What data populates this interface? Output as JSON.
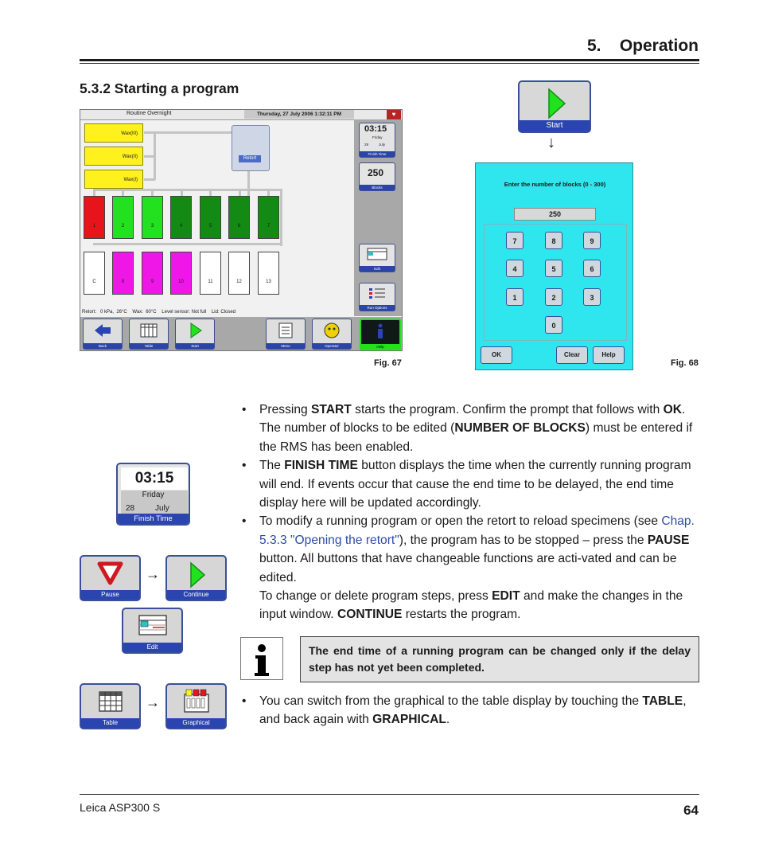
{
  "header": {
    "chapter": "5.    Operation"
  },
  "section": {
    "title": "5.3.2 Starting a program"
  },
  "fig67": {
    "label": "Fig. 67",
    "program_name": "Routine Overnight",
    "datetime": "Thursday, 27 July 2006 1:32:11 PM",
    "wax_baths": [
      "Wax(III)",
      "Wax(II)",
      "Wax(I)"
    ],
    "retort_label": "Retort",
    "stations_top": [
      "1",
      "2",
      "3",
      "4",
      "5",
      "6",
      "7"
    ],
    "stations_bottom": [
      "C",
      "8",
      "9",
      "10",
      "11",
      "12",
      "13"
    ],
    "status_line": "Retort:   0 kPa,  26°C    Wax:  60°C    Level sensor: Not full    Lid: Closed",
    "finish_time": {
      "time": "03:15",
      "day": "Friday",
      "date": "28",
      "month": "July",
      "label": "Finish Time"
    },
    "blocks": {
      "value": "250",
      "label": "Blocks"
    },
    "edit_label": "Edit",
    "run_options_label": "Run Options",
    "bottom_buttons": [
      "Back",
      "Table",
      "Start",
      "Menu",
      "Operator",
      "Help"
    ]
  },
  "start_button": {
    "label": "Start"
  },
  "fig68": {
    "label": "Fig. 68",
    "prompt": "Enter the number of blocks (0 - 300)",
    "display": "250",
    "keys": [
      "7",
      "8",
      "9",
      "4",
      "5",
      "6",
      "1",
      "2",
      "3",
      "0"
    ],
    "ok": "OK",
    "clear": "Clear",
    "help": "Help"
  },
  "finish_time_button": {
    "time": "03:15",
    "day": "Friday",
    "date": "28",
    "month": "July",
    "label": "Finish Time"
  },
  "pause_button": {
    "label": "Pause"
  },
  "continue_button": {
    "label": "Continue"
  },
  "edit_button": {
    "label": "Edit"
  },
  "table_button": {
    "label": "Table"
  },
  "graphical_button": {
    "label": "Graphical"
  },
  "arrow_glyph": "→",
  "arrow_down_glyph": "↓",
  "body": {
    "b1_a": "Pressing ",
    "b1_start": "START",
    "b1_b": " starts the program. Confirm the prompt that follows with ",
    "b1_ok": "OK",
    "b1_c": ". The number of blocks to be edited (",
    "b1_nob": "NUMBER OF BLOCKS",
    "b1_d": ") must be entered if the RMS has been enabled.",
    "b2_a": "The ",
    "b2_ft": "FINISH TIME",
    "b2_b": " button displays the time when the currently running program will end. If events occur that cause the end time to be delayed, the end time display here will be updated accordingly.",
    "b3_a": "To modify a running program or open the retort to reload specimens (see ",
    "b3_link": "Chap. 5.3.3 \"Opening the retort\"",
    "b3_b": "), the program has to be stopped – press the ",
    "b3_pause": "PAUSE",
    "b3_c": " button. All buttons that have changeable functions are acti-vated and can be edited.",
    "p_a": "To change or delete program steps, press ",
    "p_edit": "EDIT",
    "p_b": " and make the changes in the input window. ",
    "p_cont": "CONTINUE",
    "p_c": " restarts the program.",
    "note": "The end time of a running program can be changed only if the delay step has not yet been completed.",
    "b4_a": "You can switch from the graphical to the table display by touching the ",
    "b4_table": "TABLE",
    "b4_b": ", and back again with ",
    "b4_graph": "GRAPHICAL",
    "b4_c": "."
  },
  "footer": {
    "product": "Leica ASP300 S",
    "page": "64"
  },
  "colors": {
    "accent_blue": "#2a44b0",
    "wax_yellow": "#fff11e",
    "red": "#e8141c",
    "green_light": "#22e11e",
    "green_dark": "#138a14",
    "magenta": "#ef17e8",
    "keypad_cyan": "#2fe6ef"
  }
}
